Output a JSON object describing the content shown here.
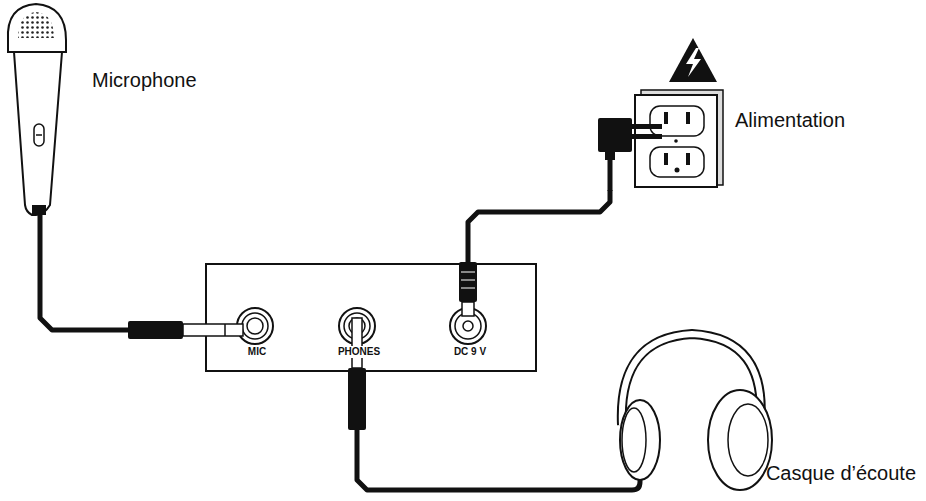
{
  "diagram": {
    "nodes": [
      {
        "text": [
          "Microphone"
        ]
      },
      {
        "text": [
          "Alimentation"
        ]
      },
      {
        "text": [
          "MIC",
          "PHONES",
          "DC 9 V"
        ]
      },
      {
        "text": [
          "Casque d’écoute"
        ]
      }
    ],
    "edges": [
      {
        "from": 0,
        "to": 2,
        "arrow": "none"
      },
      {
        "from": 1,
        "to": 2,
        "arrow": "none"
      },
      {
        "from": 2,
        "to": 3,
        "arrow": "none"
      }
    ]
  }
}
